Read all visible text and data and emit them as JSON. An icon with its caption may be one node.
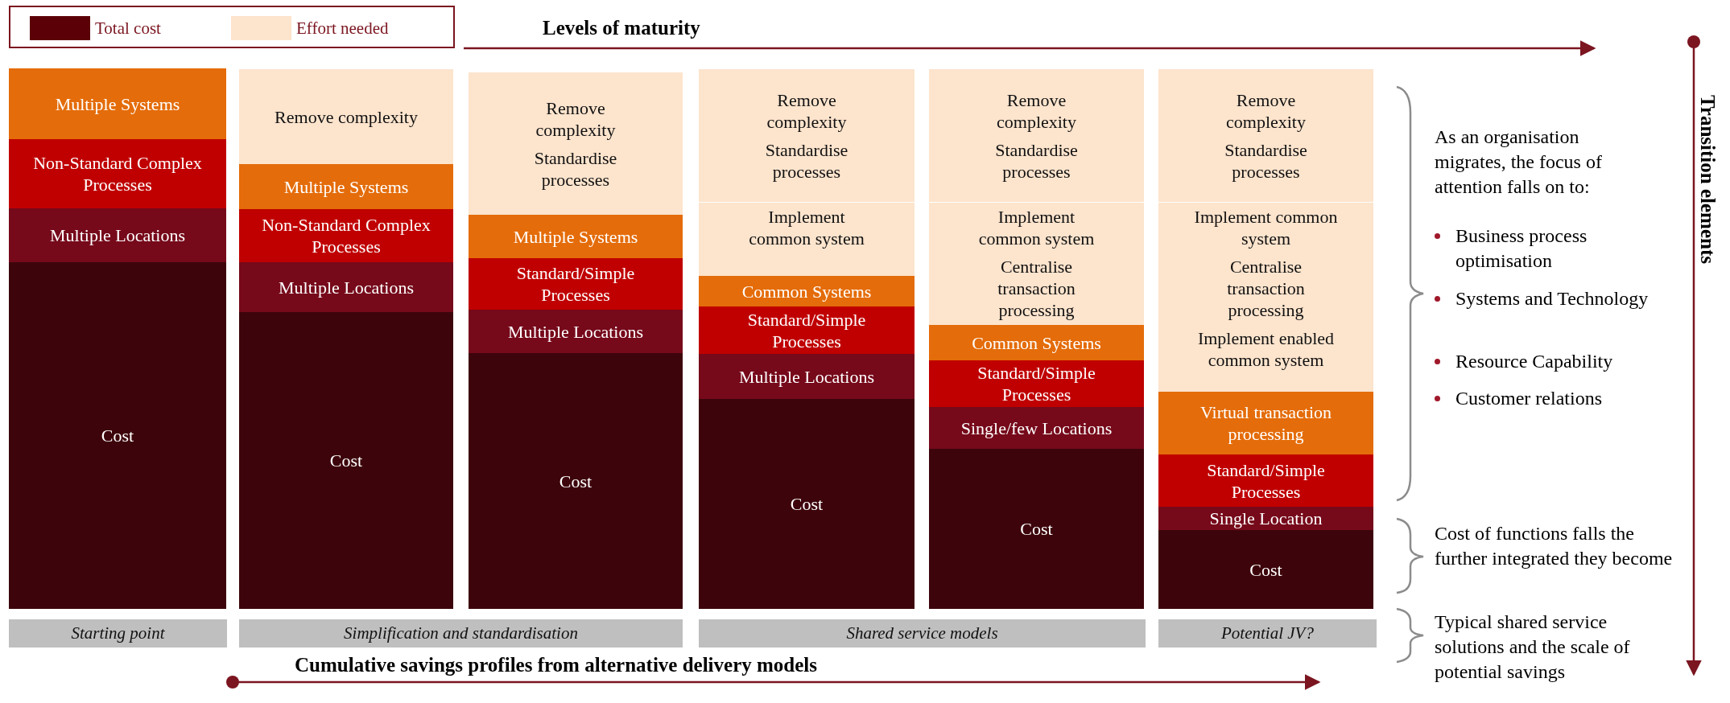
{
  "diagram": {
    "nodes": [
      {
        "text": [
          "Multiple Systems"
        ]
      },
      {
        "text": [
          "Non-Standard Complex Processes"
        ]
      },
      {
        "text": [
          "Multiple Locations"
        ]
      },
      {
        "text": [
          "Cost"
        ]
      },
      {
        "text": [
          "Remove complexity"
        ]
      },
      {
        "text": [
          "Multiple Systems"
        ]
      },
      {
        "text": [
          "Non-Standard Complex Processes"
        ]
      },
      {
        "text": [
          "Multiple Locations"
        ]
      },
      {
        "text": [
          "Cost"
        ]
      },
      {
        "text": [
          "Remove complexity",
          "Standardise processes"
        ]
      },
      {
        "text": [
          "Multiple Systems"
        ]
      },
      {
        "text": [
          "Standard/Simple Processes"
        ]
      },
      {
        "text": [
          "Multiple Locations"
        ]
      },
      {
        "text": [
          "Cost"
        ]
      },
      {
        "text": [
          "Remove complexity",
          "Standardise processes"
        ]
      },
      {
        "text": [
          "Implement common system"
        ]
      },
      {
        "text": [
          "Common Systems"
        ]
      },
      {
        "text": [
          "Standard/Simple Processes"
        ]
      },
      {
        "text": [
          "Multiple Locations"
        ]
      },
      {
        "text": [
          "Cost"
        ]
      },
      {
        "text": [
          "Remove complexity",
          "Standardise processes"
        ]
      },
      {
        "text": [
          "Implement common system",
          "Centralise transaction processing"
        ]
      },
      {
        "text": [
          "Common Systems"
        ]
      },
      {
        "text": [
          "Standard/Simple Processes"
        ]
      },
      {
        "text": [
          "Single/few Locations"
        ]
      },
      {
        "text": [
          "Cost"
        ]
      },
      {
        "text": [
          "Remove complexity",
          "Standardise processes"
        ]
      },
      {
        "text": [
          "Implement common system",
          "Centralise transaction processing",
          "Implement enabled common system"
        ]
      },
      {
        "text": [
          "Virtual transaction processing"
        ]
      },
      {
        "text": [
          "Standard/Simple Processes"
        ]
      },
      {
        "text": [
          "Single Location"
        ]
      },
      {
        "text": [
          "Cost"
        ]
      },
      {
        "text": [
          "Starting point"
        ]
      },
      {
        "text": [
          "Simplification and standardisation"
        ]
      },
      {
        "text": [
          "Shared service models"
        ]
      },
      {
        "text": [
          "Potential JV?"
        ]
      }
    ],
    "labels": [
      "Levels of maturity",
      "Transition elements",
      "As an organisation migrates, the focus of attention falls on to:",
      "Business process optimisation",
      "Systems and Technology",
      "Resource Capability",
      "Customer relations",
      "Cost of functions falls the further integrated they become",
      "Typical shared service solutions and the scale of potential savings",
      "Cumulative savings profiles from alternative delivery models"
    ],
    "legend": [
      {
        "text": "Total cost",
        "color": "#5c0008"
      },
      {
        "text": "Effort needed",
        "color": "#fde4cd"
      }
    ]
  }
}
